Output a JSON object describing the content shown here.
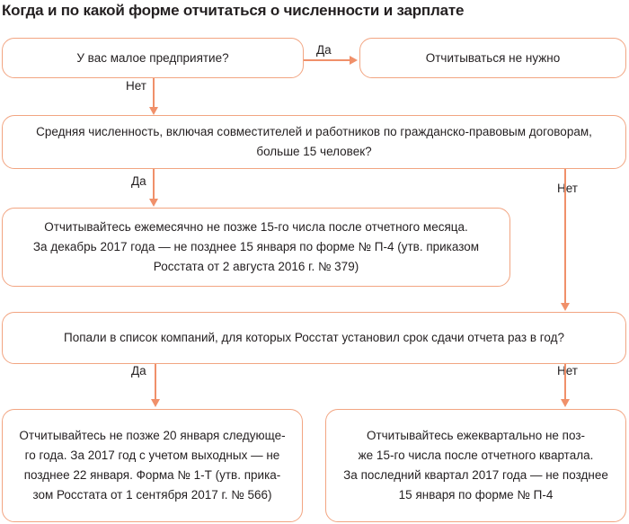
{
  "title": "Когда и по какой форме отчитаться о численности и зарплате",
  "colors": {
    "border": "#f2a582",
    "arrow": "#f0906a",
    "text": "#231f20"
  },
  "nodes": {
    "small_business": [
      "У вас малое предприятие?"
    ],
    "no_report": [
      "Отчитываться не нужно"
    ],
    "headcount": [
      "Средняя численность, включая совместителей и работников по гражданско-правовым договорам,",
      "больше 15 человек?"
    ],
    "monthly": [
      "Отчитывайтесь ежемесячно не позже 15-го числа после отчетного месяца.",
      "За декабрь 2017 года — не позднее 15 января по форме № П-4 (утв. приказом",
      "Росстата от 2 августа 2016 г. № 379)"
    ],
    "yearly_list": [
      "Попали в список компаний, для которых Росстат установил срок сдачи отчета раз в год?"
    ],
    "yearly": [
      "Отчитывайтесь не позже 20 января следующе-",
      "го года. За 2017 год с учетом выходных — не",
      "позднее 22 января. Форма № 1-Т (утв. прика-",
      "зом Росстата от 1 сентября 2017 г. № 566)"
    ],
    "quarterly": [
      "Отчитывайтесь ежеквартально не поз-",
      "же 15-го числа после отчетного квартала.",
      "За последний квартал 2017 года — не позднее",
      "15 января по форме № П-4"
    ]
  },
  "edges": {
    "yes": "Да",
    "no": "Нет"
  }
}
